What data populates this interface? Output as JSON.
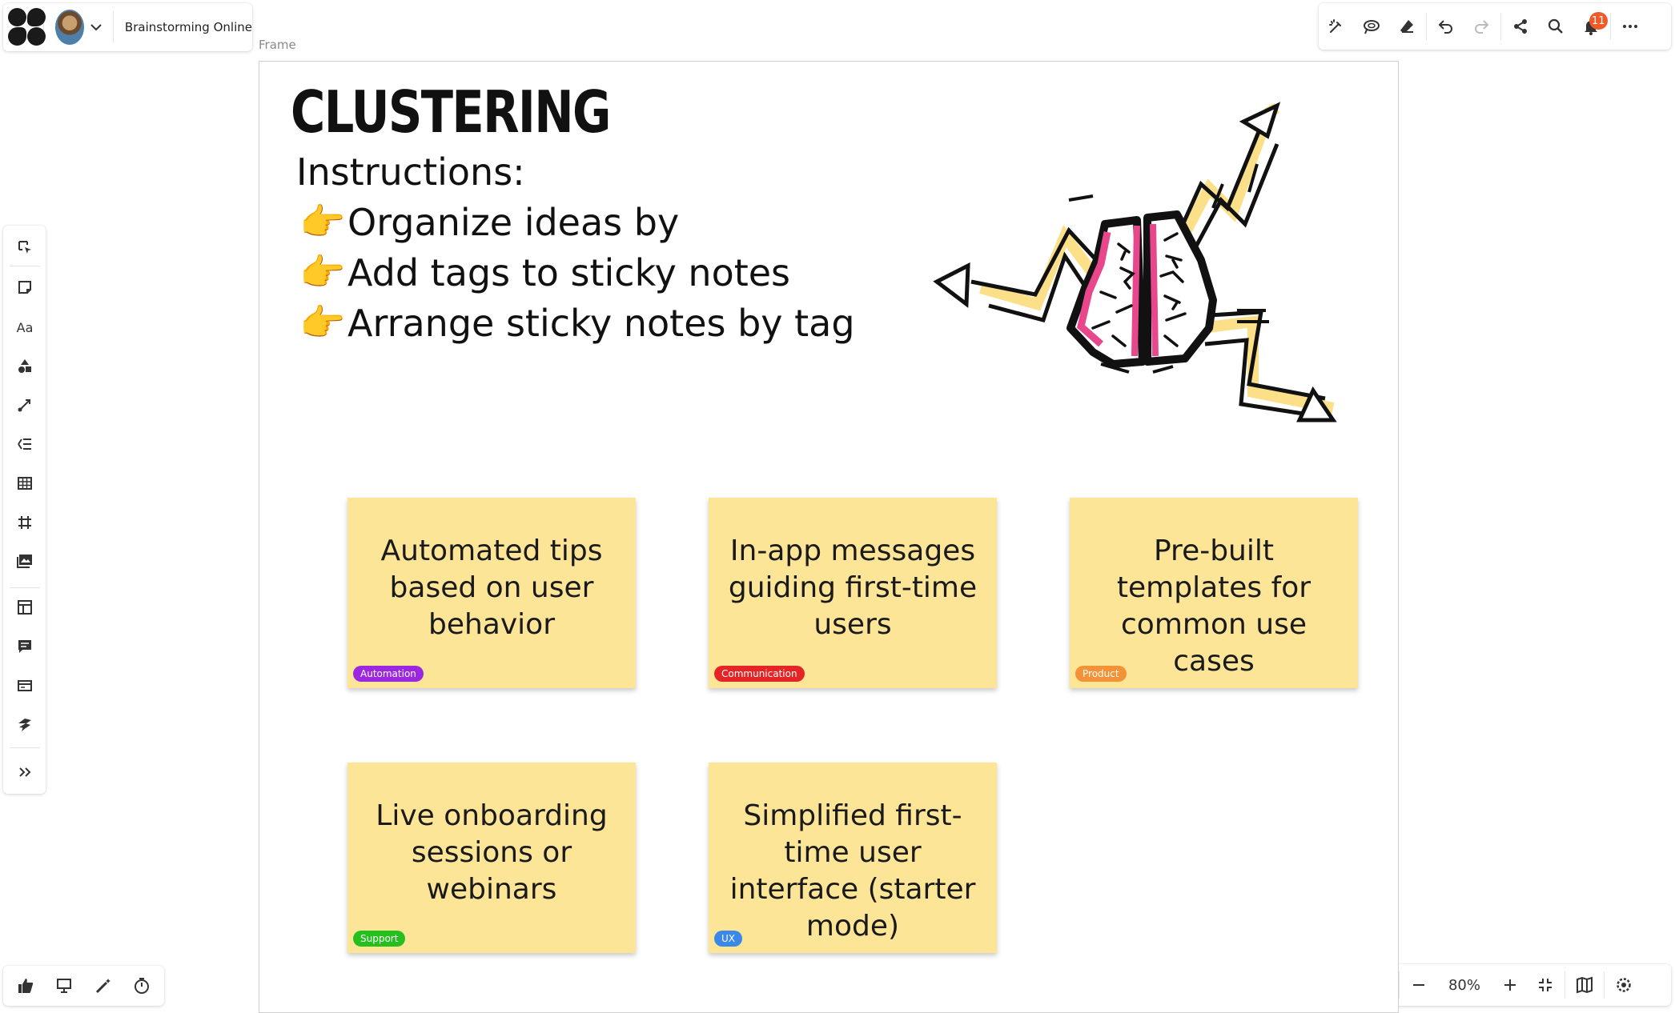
{
  "app": {
    "board_name": "Brainstorming Online"
  },
  "toolbar": {
    "notification_count": "11"
  },
  "zoom": {
    "level": "80%"
  },
  "frame": {
    "label": "Frame"
  },
  "content": {
    "title": "CLUSTERING",
    "instructions_heading": "Instructions:",
    "instructions": [
      "Organize ideas by",
      "Add tags to sticky notes",
      "Arrange sticky notes by tag"
    ],
    "instruction_icon": "pointing-hand-emoji"
  },
  "left_tools": {
    "text_tool_label": "Aa"
  },
  "sticky_notes": [
    {
      "text": "Automated tips based on user behavior",
      "tag": "Automation",
      "tag_color": "#9b27e0"
    },
    {
      "text": "In-app messages guiding first-time users",
      "tag": "Communication",
      "tag_color": "#e52525"
    },
    {
      "text": "Pre-built templates for common use cases",
      "tag": "Product",
      "tag_color": "#f39236"
    },
    {
      "text": "Live onboarding sessions or webinars",
      "tag": "Support",
      "tag_color": "#26c01e"
    },
    {
      "text": "Simplified first-time user interface (starter mode)",
      "tag": "UX",
      "tag_color": "#3a88e8"
    }
  ],
  "colors": {
    "sticky_bg": "#fde598",
    "notification": "#f05a28",
    "brain_pink": "#e8478b",
    "arrow_yellow": "#fbe089"
  }
}
